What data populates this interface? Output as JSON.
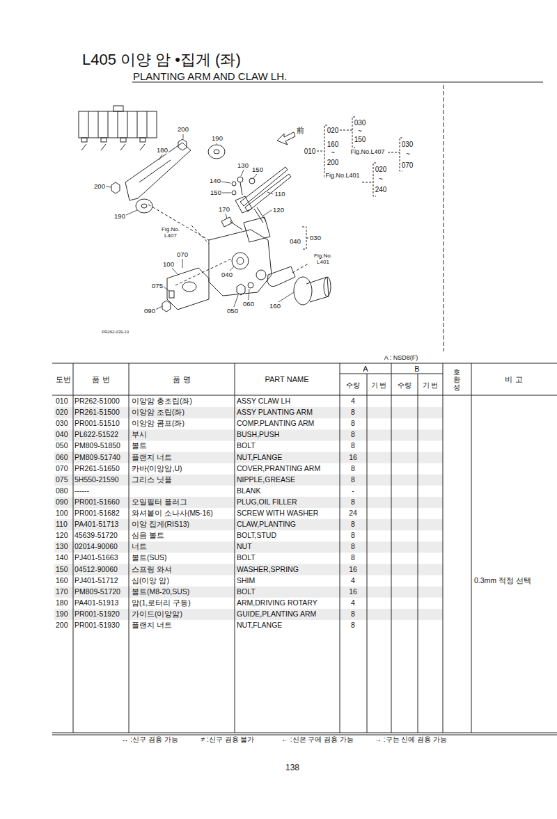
{
  "diagram": {
    "title": "L405 이양 암 •집게 (좌)",
    "labels": [
      "PLANTING ARM AND CLAW LH.",
      "前",
      "020",
      "030",
      "~",
      "150",
      "160",
      "~",
      "200",
      "010",
      "Fig.No.L407",
      "Fig.No.L401",
      "030",
      "~",
      "070",
      "020",
      "~",
      "240",
      "200",
      "190",
      "180",
      "130",
      "150",
      "140",
      "150",
      "110",
      "200",
      "190",
      "170",
      "120",
      "Fig.No. L407",
      "040",
      "030",
      "070",
      "100",
      "075",
      "090",
      "040",
      "060",
      "050",
      "160",
      "Fig.No. L401",
      "PR262-039-10",
      "A : NSD8(F)",
      "도번",
      "품 번",
      "품 명",
      "PART NAME",
      "A",
      "B",
      "수량",
      "기 번",
      "수량",
      "기 번",
      "호환성",
      "비 고",
      "010",
      "PR262-51000",
      "이앙암 총조립(좌)",
      "ASSY CLAW LH",
      "4",
      "020",
      "PR261-51500",
      "이앙암 조립(좌)",
      "ASSY PLANTING ARM",
      "8",
      "030",
      "PR001-51510",
      "이앙암 콤프(좌)",
      "COMP.PLANTING ARM",
      "8",
      "040",
      "PL622-51522",
      "부시",
      "BUSH,PUSH",
      "8",
      "050",
      "PM809-51850",
      "볼트",
      "BOLT",
      "8",
      "060",
      "PM809-51740",
      "플랜지 너트",
      "NUT,FLANGE",
      "16",
      "070",
      "PR261-51650",
      "카바(이앙암,U)",
      "COVER,PRANTING ARM",
      "8",
      "075",
      "5H550-21590",
      "그리스 닛플",
      "NIPPLE,GREASE",
      "8",
      "080",
      "------",
      "BLANK",
      "-",
      "090",
      "PR001-51660",
      "오일필터 플러그",
      "PLUG,OIL FILLER",
      "8",
      "100",
      "PR001-51682",
      "와셔붙이 소나사(M5-16)",
      "SCREW WITH WASHER",
      "24",
      "110",
      "PA401-51713",
      "이앙 집게(RIS13)",
      "CLAW,PLANTING",
      "8",
      "120",
      "45639-51720",
      "심음 볼트",
      "BOLT,STUD",
      "8",
      "130",
      "02014-90060",
      "너트",
      "NUT",
      "8",
      "140",
      "PJ401-51663",
      "볼트(SUS)",
      "BOLT",
      "8",
      "150",
      "04512-90060",
      "스프링 와셔",
      "WASHER,SPRING",
      "16",
      "160",
      "PJ401-51712",
      "심(이앙 암)",
      "SHIM",
      "4",
      "0.3mm 적정 선택",
      "170",
      "PM809-51720",
      "볼트(M8-20,SUS)",
      "BOLT",
      "16",
      "180",
      "PA401-51913",
      "암(1,로터리 구동)",
      "ARM,DRIVING ROTARY",
      "4",
      "190",
      "PR001-51920",
      "가이드(이앙암)",
      "GUIDE,PLANTING ARM",
      "8",
      "200",
      "PR001-51930",
      "플랜지 너트",
      "NUT,FLANGE",
      "8",
      "↔ :신구 겸용 가능",
      "≠ :신구 겸용 불가",
      "← :신은 구에 겸용 가능",
      "→ :구는 신에 겸용 가능",
      "138"
    ]
  }
}
